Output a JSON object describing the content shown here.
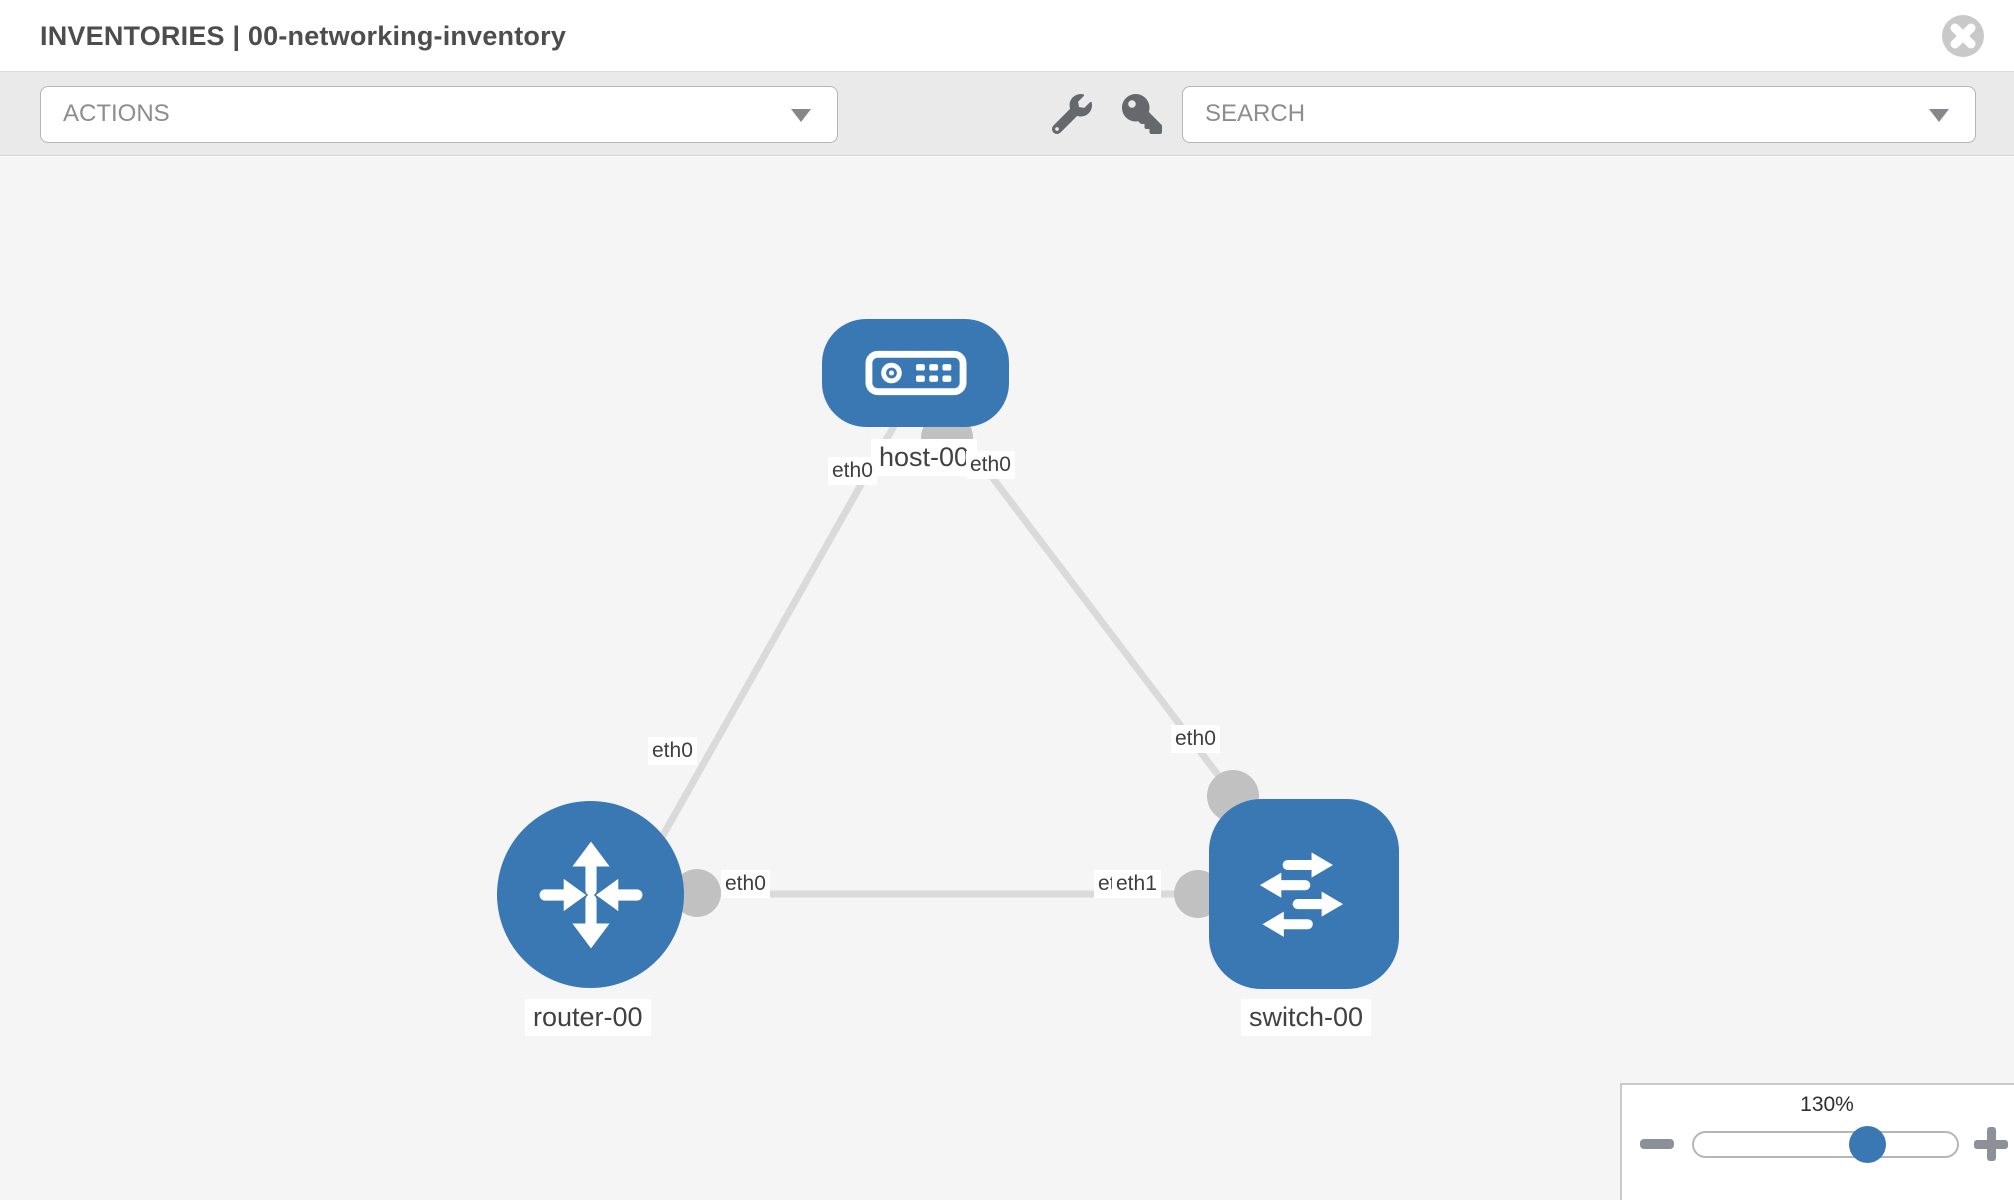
{
  "header": {
    "title": "INVENTORIES | 00-networking-inventory",
    "close_icon": "times-circle-icon"
  },
  "toolbar": {
    "actions_dropdown": {
      "value": "ACTIONS"
    },
    "search_dropdown": {
      "value": "SEARCH"
    },
    "tools": [
      {
        "icon": "wrench-icon"
      },
      {
        "icon": "key-icon"
      }
    ]
  },
  "topology": {
    "nodes": [
      {
        "name": "host-00",
        "type": "host",
        "icon": "host-icon"
      },
      {
        "name": "router-00",
        "type": "router",
        "icon": "router-icon"
      },
      {
        "name": "switch-00",
        "type": "switch",
        "icon": "switch-icon"
      }
    ],
    "links": [
      {
        "from": "host-00",
        "to": "router-00"
      },
      {
        "from": "host-00",
        "to": "switch-00"
      },
      {
        "from": "router-00",
        "to": "switch-00"
      }
    ],
    "interface_labels": [
      {
        "text": "eth0",
        "location": "host-00 left"
      },
      {
        "text": "eth0",
        "location": "host-00 right"
      },
      {
        "text": "eth0",
        "location": "host-router link, router end"
      },
      {
        "text": "eth0",
        "location": "host-switch link, switch end"
      },
      {
        "text": "eth0",
        "location": "router-switch link, router end"
      },
      {
        "text": "eth0",
        "location": "router-switch link, switch end, partially hidden"
      },
      {
        "text": "eth1",
        "location": "router-switch link, switch end"
      }
    ]
  },
  "zoom_control": {
    "level": "130%",
    "minus_icon": "minus-icon",
    "plus_icon": "plus-icon"
  },
  "colors": {
    "node_blue": "#3a78b4",
    "link_gray": "#dadada",
    "interface_gray": "#c1c1c1",
    "canvas_bg": "#f5f5f6"
  }
}
